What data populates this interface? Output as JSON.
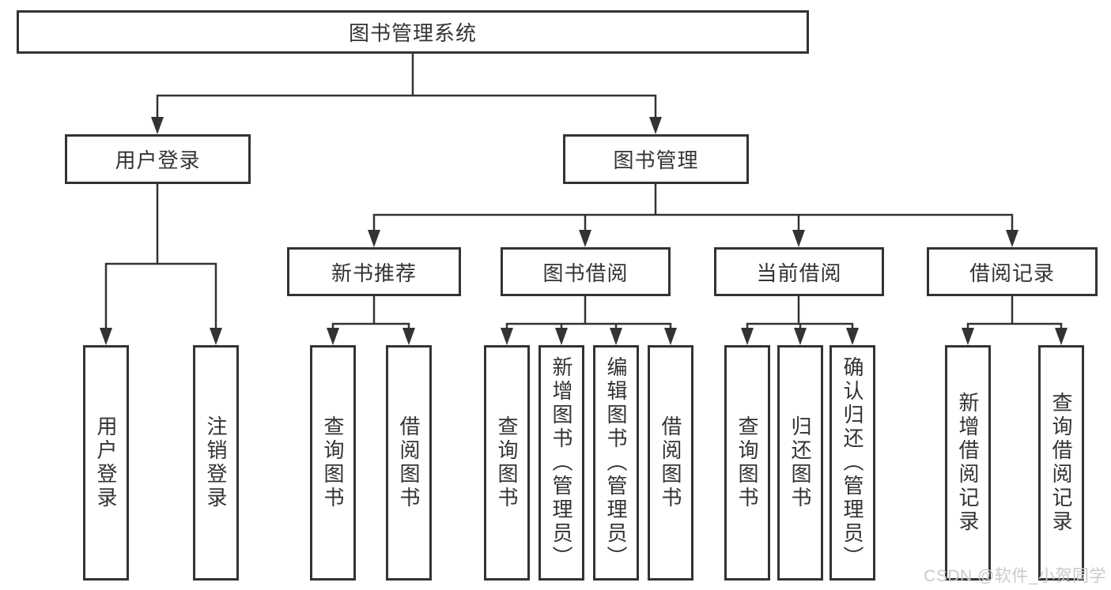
{
  "tree": {
    "root": {
      "label": "图书管理系统"
    },
    "children": [
      {
        "label": "用户登录",
        "children": [
          {
            "label": "用户登录"
          },
          {
            "label": "注销登录"
          }
        ]
      },
      {
        "label": "图书管理",
        "children": [
          {
            "label": "新书推荐",
            "children": [
              {
                "label": "查询图书"
              },
              {
                "label": "借阅图书"
              }
            ]
          },
          {
            "label": "图书借阅",
            "children": [
              {
                "label": "查询图书"
              },
              {
                "label": "新增图书（管理员）"
              },
              {
                "label": "编辑图书（管理员）"
              },
              {
                "label": "借阅图书"
              }
            ]
          },
          {
            "label": "当前借阅",
            "children": [
              {
                "label": "查询图书"
              },
              {
                "label": "归还图书"
              },
              {
                "label": "确认归还（管理员）"
              }
            ]
          },
          {
            "label": "借阅记录",
            "children": [
              {
                "label": "新增借阅记录"
              },
              {
                "label": "查询借阅记录"
              }
            ]
          }
        ]
      }
    ]
  },
  "watermark": {
    "text": "CSDN @软件_小贺同学"
  },
  "colors": {
    "line": "#333333",
    "box_border": "#333333",
    "box_background": "#ffffff",
    "text": "#333333",
    "watermark": "#c9c9c9"
  }
}
